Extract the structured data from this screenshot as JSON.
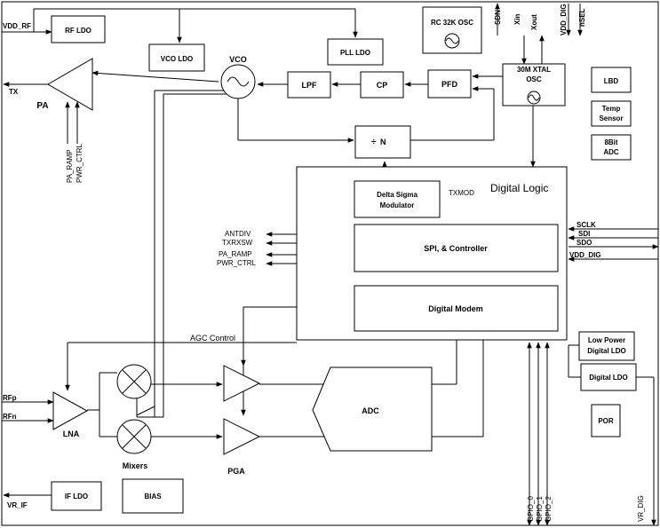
{
  "blocks": {
    "rf_ldo": "RF LDO",
    "vco_ldo": "VCO LDO",
    "pll_ldo": "PLL LDO",
    "rc_osc": "RC 32K OSC",
    "xtal_osc_line1": "30M XTAL",
    "xtal_osc_line2": "OSC",
    "lbd": "LBD",
    "temp_line1": "Temp",
    "temp_line2": "Sensor",
    "adc8_line1": "8Bit",
    "adc8_line2": "ADC",
    "vco": "VCO",
    "lpf": "LPF",
    "cp": "CP",
    "pfd": "PFD",
    "divider": "N",
    "pa": "PA",
    "digital_logic": "Digital Logic",
    "delta_sigma_line1": "Delta Sigma",
    "delta_sigma_line2": "Modulator",
    "spi_controller": "SPI, & Controller",
    "digital_modem": "Digital Modem",
    "low_power_ldo_line1": "Low Power",
    "low_power_ldo_line2": "Digital LDO",
    "digital_ldo": "Digital LDO",
    "por": "POR",
    "lna": "LNA",
    "mixers": "Mixers",
    "pga": "PGA",
    "adc": "ADC",
    "if_ldo": "IF LDO",
    "bias": "BIAS"
  },
  "signals": {
    "vdd_rf": "VDD_RF",
    "tx": "TX",
    "pa_ramp": "PA_RAMP",
    "pwr_ctrl": "PWR_CTRL",
    "sdn": "SDN",
    "xin": "Xin",
    "xout": "Xout",
    "vdd_dig_top": "VDD_DIG",
    "nsel": "nSEL",
    "txmod": "TXMOD",
    "antdiv": "ANTDIV",
    "txrxsw": "TXRXSW",
    "pa_ramp_out": "PA_RAMP",
    "pwr_ctrl_out": "PWR_CTRL",
    "sclk": "SCLK",
    "sdi": "SDI",
    "sdo": "SDO",
    "vdd_dig_right": "VDD_DIG",
    "agc_control": "AGC Control",
    "rfp": "RFp",
    "rfn": "RFn",
    "gpio0": "GPIO_0",
    "gpio1": "GPIO_1",
    "gpio2": "GPIO_2",
    "vr_dig": "VR_DIG",
    "vr_if": "VR_IF"
  }
}
